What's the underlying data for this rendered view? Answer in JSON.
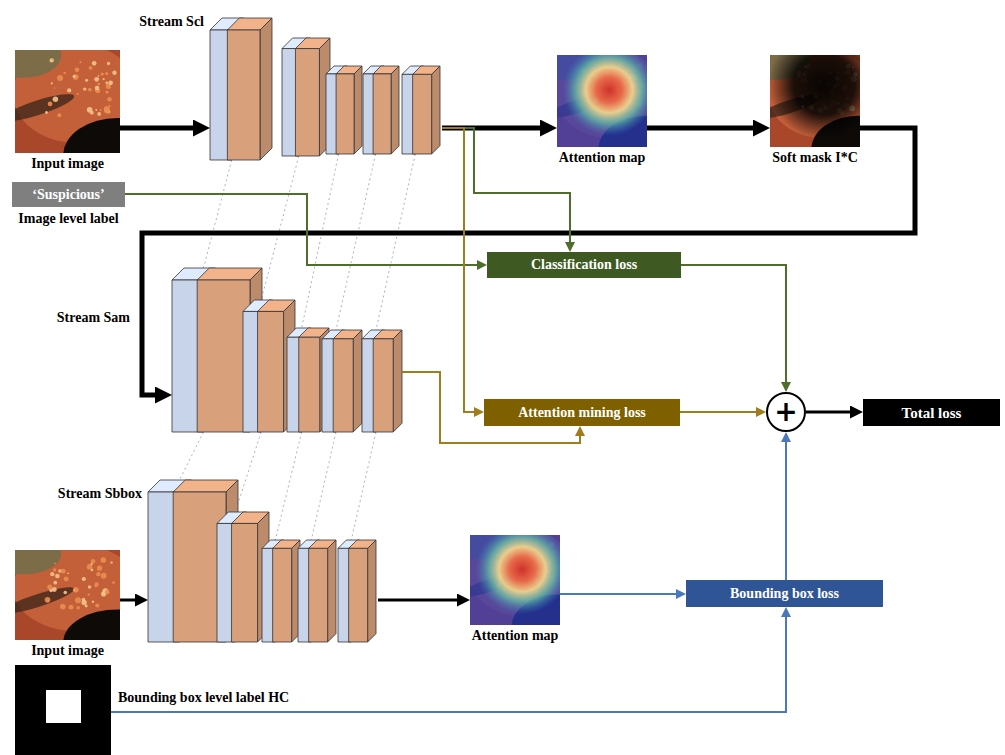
{
  "diagram": {
    "nodes": [
      {
        "text": [
          "Input image"
        ]
      },
      {
        "text": [
          "Stream Scl"
        ]
      },
      {
        "text": [
          "Attention map"
        ]
      },
      {
        "text": [
          "Soft mask I*C"
        ]
      },
      {
        "text": [
          "‘Suspicious’",
          "Image level label"
        ]
      },
      {
        "text": [
          "Classification loss"
        ]
      },
      {
        "text": [
          "Stream Sam"
        ]
      },
      {
        "text": [
          "Attention mining loss"
        ]
      },
      {
        "text": [
          "+"
        ]
      },
      {
        "text": [
          "Total loss"
        ]
      },
      {
        "text": [
          "Stream Sbbox"
        ]
      },
      {
        "text": [
          "Input image"
        ]
      },
      {
        "text": [
          "Attention map"
        ]
      },
      {
        "text": [
          "Bounding box loss"
        ]
      },
      {
        "text": [
          "Bounding box level label HC"
        ]
      }
    ],
    "edges": [
      {
        "from": 0,
        "to": 1,
        "arrow": "to"
      },
      {
        "from": 1,
        "to": 2,
        "arrow": "to"
      },
      {
        "from": 2,
        "to": 3,
        "arrow": "to"
      },
      {
        "from": 3,
        "to": 6,
        "arrow": "to"
      },
      {
        "from": 4,
        "to": 5,
        "arrow": "to"
      },
      {
        "from": 1,
        "to": 5,
        "arrow": "to"
      },
      {
        "from": 1,
        "to": 7,
        "arrow": "to"
      },
      {
        "from": 6,
        "to": 7,
        "arrow": "to"
      },
      {
        "from": 5,
        "to": 8,
        "arrow": "to"
      },
      {
        "from": 7,
        "to": 8,
        "arrow": "to"
      },
      {
        "from": 13,
        "to": 8,
        "arrow": "to"
      },
      {
        "from": 8,
        "to": 9,
        "arrow": "to"
      },
      {
        "from": 11,
        "to": 10,
        "arrow": "to"
      },
      {
        "from": 10,
        "to": 12,
        "arrow": "to"
      },
      {
        "from": 12,
        "to": 13,
        "arrow": "to"
      },
      {
        "from": 14,
        "to": 13,
        "arrow": "to"
      }
    ]
  }
}
